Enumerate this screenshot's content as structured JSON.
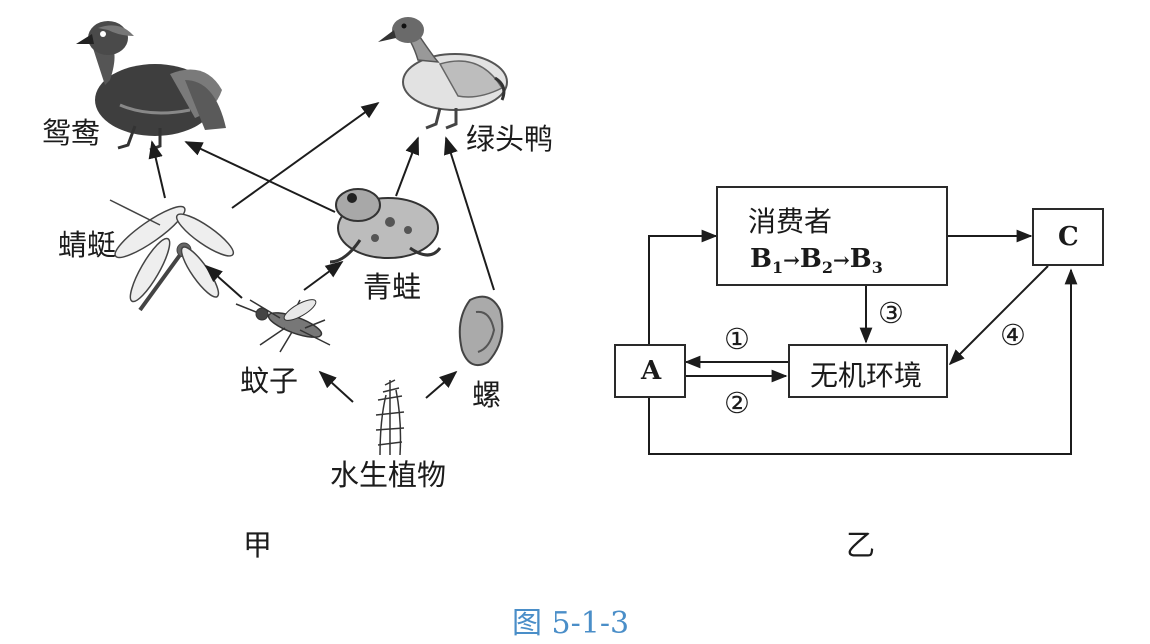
{
  "panel_jia": {
    "label": "甲",
    "organisms": {
      "mandarin_duck": "鸳鸯",
      "mallard": "绿头鸭",
      "dragonfly": "蜻蜓",
      "frog": "青蛙",
      "mosquito": "蚊子",
      "snail": "螺",
      "aquatic_plant": "水生植物"
    }
  },
  "panel_yi": {
    "label": "乙",
    "consumer_box": {
      "title": "消费者",
      "chain": [
        "B",
        "1",
        "B",
        "2",
        "B",
        "3"
      ]
    },
    "box_a": "A",
    "box_c": "C",
    "environment_box": "无机环境",
    "arrows": {
      "n1": "①",
      "n2": "②",
      "n3": "③",
      "n4": "④"
    }
  },
  "figure_caption": "图 5-1-3",
  "colors": {
    "ink": "#1c1c1c",
    "caption": "#4a8ec8"
  }
}
